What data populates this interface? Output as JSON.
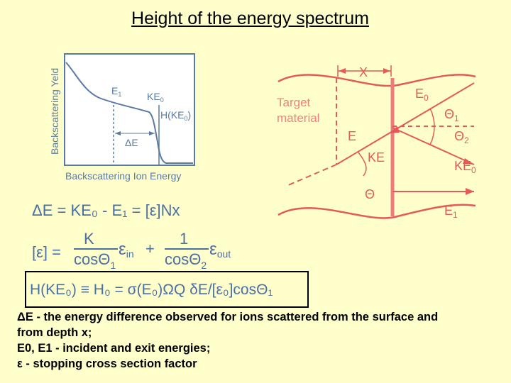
{
  "title": "Height of the energy spectrum",
  "graph": {
    "ylabel": "Backscattering Yeld",
    "xlabel": "Backscattering Ion Energy",
    "label_e1": "E",
    "label_e1_sub": "1",
    "label_ke0": "KE",
    "label_ke0_sub": "0",
    "label_hke": "H(KE",
    "label_hke_sub": "0",
    "label_hke_close": ")",
    "label_de": "ΔE"
  },
  "scatter": {
    "x_label": "X",
    "target_line1": "Target",
    "target_line2": "material",
    "e0": "E",
    "e0_sub": "0",
    "theta1": "Θ",
    "theta1_sub": "1",
    "theta2": "Θ",
    "theta2_sub": "2",
    "e": "E",
    "ke": "KE",
    "ke0": "KE",
    "ke0_sub": "0",
    "theta": "Θ",
    "e1": "E",
    "e1_sub": "1"
  },
  "equations": {
    "eq1": "ΔE = KE₀ - E₁ = [ε]Nx",
    "eq2_lhs": "[ε] =",
    "eq2_k": "K",
    "eq2_den1": "cosΘ",
    "eq2_den1_sub": "1",
    "eq2_eps_in": "ε",
    "eq2_in": "in",
    "eq2_plus": "+",
    "eq2_one": "1",
    "eq2_den2": "cosΘ",
    "eq2_den2_sub": "2",
    "eq2_eps_out": "ε",
    "eq2_out": "out",
    "eq3": "H(KE₀) ≡ H₀ = σ(E₀)ΩQ δE/[ε₀]cosΘ₁"
  },
  "notes": [
    "ΔE - the energy difference observed for ions scattered from the surface and",
    "from depth x;",
    "E0, E1 - incident and exit energies;",
    "ε - stopping cross section factor"
  ],
  "colors": {
    "diagram_blue": "#4a6fa5",
    "ray_red": "#e45a5a",
    "label_red": "#f08080",
    "background": "#ffffcc"
  }
}
